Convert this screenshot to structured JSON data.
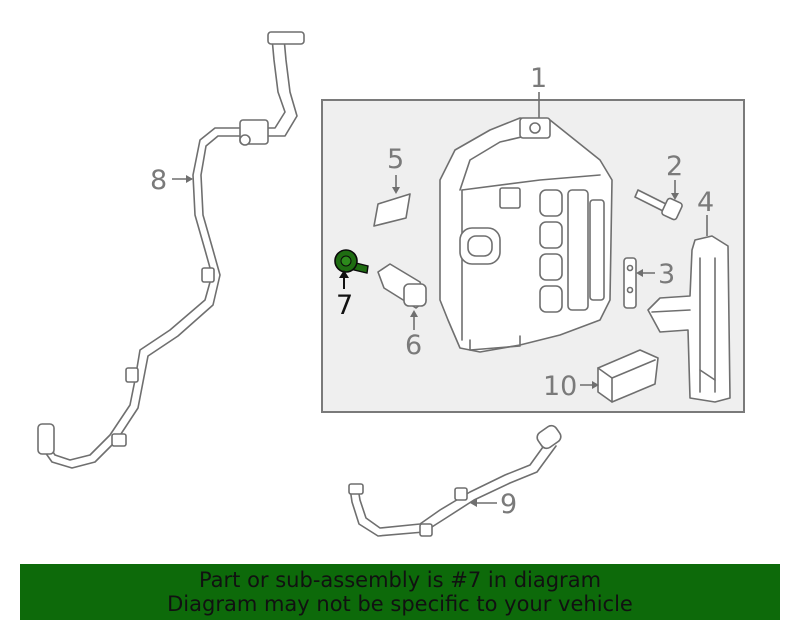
{
  "callouts": {
    "c1": "1",
    "c2": "2",
    "c3": "3",
    "c4": "4",
    "c5": "5",
    "c6": "6",
    "c7": "7",
    "c8": "8",
    "c9": "9",
    "c10": "10"
  },
  "highlighted_part": "7",
  "colors": {
    "highlight_part": "#1f6d12",
    "banner_background": "#0d6a0a",
    "line_art": "#6f6f6f",
    "inset_background": "#efefef"
  },
  "banner": {
    "line1": "Part or sub-assembly is #7 in diagram",
    "line2": "Diagram may not be specific to your vehicle"
  }
}
